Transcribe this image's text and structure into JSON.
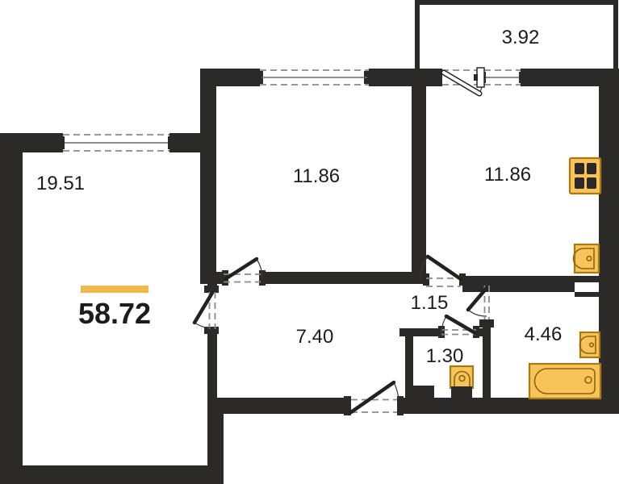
{
  "plan": {
    "total_area_label": "58.72",
    "rooms": {
      "living": {
        "area": "19.51"
      },
      "bedroom": {
        "area": "11.86"
      },
      "kitchen": {
        "area": "11.86"
      },
      "balcony": {
        "area": "3.92"
      },
      "hallway": {
        "area": "7.40"
      },
      "hall": {
        "area": "1.15"
      },
      "wc": {
        "area": "1.30"
      },
      "bathroom": {
        "area": "4.46"
      }
    },
    "icons": [
      "stove-icon",
      "kitchen-sink-icon",
      "bathroom-sink-icon",
      "bathtub-icon",
      "toilet-icon"
    ],
    "colors": {
      "wall": "#2b2a28",
      "accent_bar": "#f2b84b",
      "fixture_fill": "#f8c45a",
      "fixture_stroke": "#a87a12",
      "background": "#ffffff"
    }
  }
}
